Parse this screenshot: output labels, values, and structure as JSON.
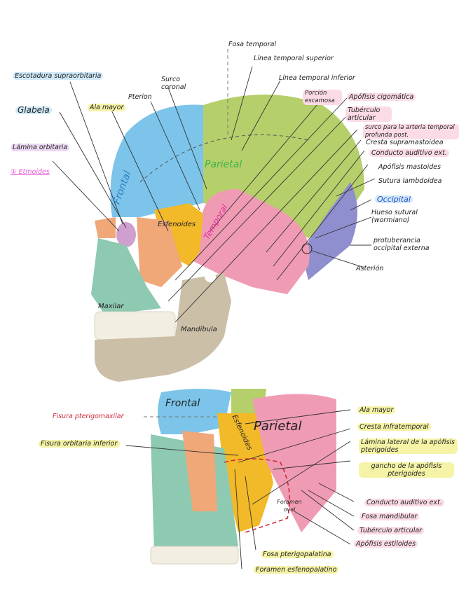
{
  "top_view": {
    "title": "Vista lateral del cráneo",
    "bones": {
      "frontal": "Frontal",
      "parietal": "Parietal",
      "temporal": "Temporal",
      "esfenoides": "Esfenoides",
      "maxilar": "Maxilar",
      "mandibula": "Mandíbula",
      "occipital": "Occipital"
    },
    "labels_left": {
      "escotadura": "Escotadura supraorbitaria",
      "glabela": "Glabela",
      "lamina_orbitaria": "Lámina orbitaria",
      "etmoides": "① Etmoides",
      "ala_mayor": "Ala mayor",
      "pterion": "Pterion",
      "surco_coronal": "Surco coronal"
    },
    "labels_right": {
      "fosa_temporal": "Fosa temporal",
      "linea_sup": "Línea temporal superior",
      "linea_inf": "Línea temporal inferior",
      "porcion_escamosa": "Porción escamosa",
      "apofisis_cigomatica": "Apófisis cigomática",
      "tuberculo_articular": "Tubérculo articular",
      "surco_arteria": "surco para la arteria temporal profunda post.",
      "cresta_supramastoidea": "Cresta supramastoidea",
      "conducto_auditivo": "Conducto auditivo ext.",
      "apofisis_mastoides": "Apófisis mastoides",
      "sutura_lambdoidea": "Sutura lambdoidea",
      "occipital": "Occipital",
      "hueso_sutural": "Hueso sutural (wormiano)",
      "protuberancia": "protuberancia occipital externa",
      "asterion": "Asterión"
    }
  },
  "bottom_view": {
    "bones": {
      "frontal": "Frontal",
      "esfenoides": "Esfenoides",
      "parietal": "Parietal"
    },
    "labels_left": {
      "fisura_pterigomaxilar": "Fisura pterigomaxilar",
      "fisura_orbitaria": "Fisura orbitaria inferior"
    },
    "labels_right": {
      "ala_mayor": "Ala mayor",
      "cresta_infratemporal": "Cresta infratemporal",
      "lamina_lateral": "Lámina lateral de la apófisis pterigoides",
      "gancho": "gancho de la apófisis pterigoides",
      "conducto_auditivo": "Conducto auditivo ext.",
      "fosa_mandibular": "Fosa mandibular",
      "tuberculo_articular": "Tubérculo articular",
      "apofisis_estiloides": "Apófisis estiloides",
      "foramen_oval": "Foramen oval",
      "fosa_pterigopalatina": "Fosa pterigopalatina",
      "foramen_esfenopalatino": "Foramen esfenopalatino"
    }
  },
  "colors": {
    "frontal": "#7cc4ea",
    "parietal": "#b5cf6a",
    "temporal": "#f09bb4",
    "esfenoides": "#f2b928",
    "occipital": "#8f8fcf",
    "maxilar": "#8ec9b2",
    "cigomatico": "#f0a878",
    "mandibula": "#cbbfa8",
    "lacrimal": "#cf9fcf"
  }
}
